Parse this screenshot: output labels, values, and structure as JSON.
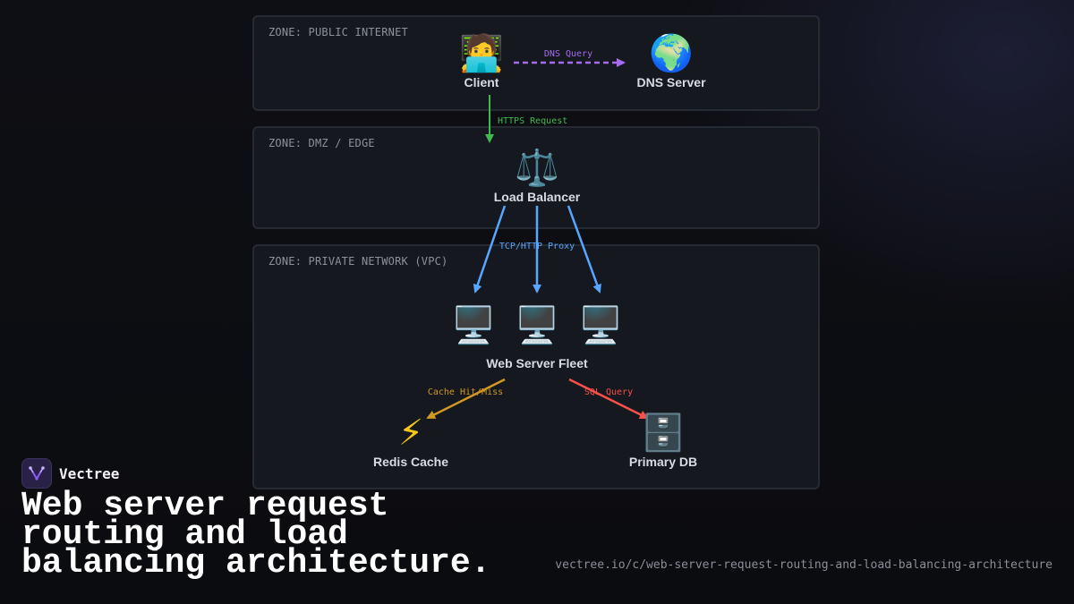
{
  "zones": {
    "public": {
      "label": "ZONE: PUBLIC INTERNET"
    },
    "dmz": {
      "label": "ZONE: DMZ / EDGE"
    },
    "private": {
      "label": "ZONE: PRIVATE NETWORK (VPC)"
    }
  },
  "nodes": {
    "client": {
      "label": "Client",
      "icon": "person-at-laptop-icon",
      "glyph": "🧑‍💻"
    },
    "dns": {
      "label": "DNS Server",
      "icon": "globe-icon",
      "glyph": "🌍"
    },
    "lb": {
      "label": "Load Balancer",
      "icon": "balance-scale-icon",
      "glyph": "⚖️"
    },
    "fleet": {
      "label": "Web Server Fleet",
      "icon": "desktop-computer-icon",
      "glyph": "🖥️"
    },
    "redis": {
      "label": "Redis Cache",
      "icon": "lightning-bolt-icon",
      "glyph": "⚡"
    },
    "db": {
      "label": "Primary DB",
      "icon": "file-cabinet-icon",
      "glyph": "🗄️"
    }
  },
  "edges": {
    "dns_query": {
      "label": "DNS Query",
      "color": "#a56cf0"
    },
    "https_request": {
      "label": "HTTPS Request",
      "color": "#3fb950"
    },
    "proxy": {
      "label": "TCP/HTTP Proxy",
      "color": "#58a6ff"
    },
    "cache": {
      "label": "Cache Hit/Miss",
      "color": "#d29922"
    },
    "sql": {
      "label": "SQL Query",
      "color": "#f85149"
    }
  },
  "brand": {
    "name": "Vectree",
    "logo_icon": "vectree-logo-icon",
    "accent": "#8b5cf6"
  },
  "headline": "Web server request routing and load balancing architecture.",
  "url": "vectree.io/c/web-server-request-routing-and-load-balancing-architecture"
}
